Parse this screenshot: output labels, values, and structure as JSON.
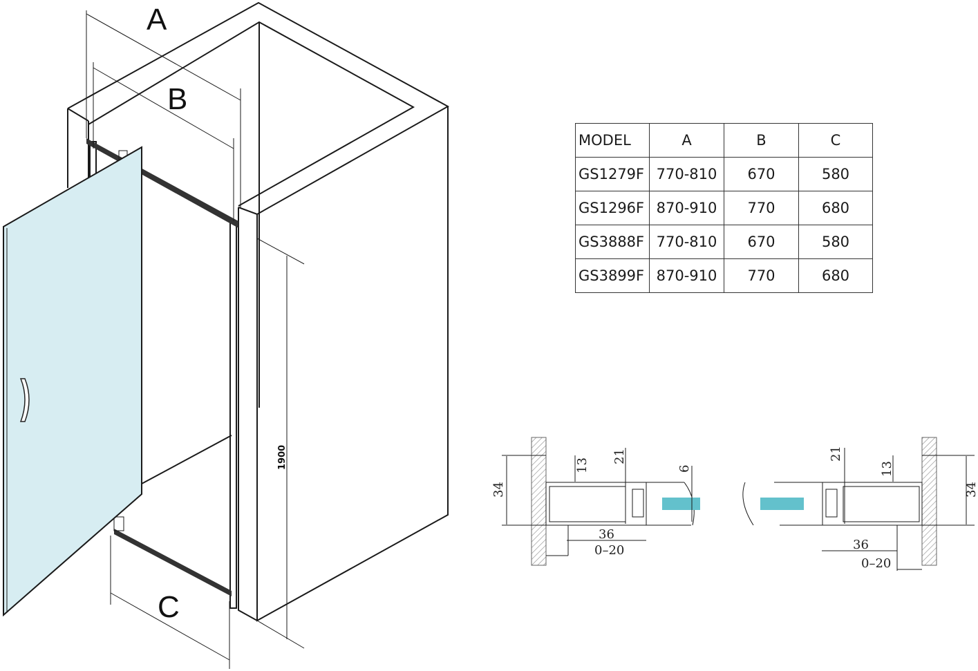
{
  "labels": {
    "a": "A",
    "b": "B",
    "c": "C",
    "height": "1900"
  },
  "table": {
    "headers": [
      "MODEL",
      "A",
      "B",
      "C"
    ],
    "rows": [
      [
        "GS1279F",
        "770-810",
        "670",
        "580"
      ],
      [
        "GS1296F",
        "870-910",
        "770",
        "680"
      ],
      [
        "GS3888F",
        "770-810",
        "670",
        "580"
      ],
      [
        "GS3899F",
        "870-910",
        "770",
        "680"
      ]
    ]
  },
  "section": {
    "left": {
      "d13": "13",
      "d21": "21",
      "d34": "34",
      "d36": "36",
      "range": "0–20"
    },
    "glass": "6",
    "right": {
      "d13": "13",
      "d21": "21",
      "d34": "34",
      "d36": "36",
      "range": "0–20"
    }
  },
  "colors": {
    "glass": "#d7edf2",
    "section_glass": "#63c1cc"
  }
}
